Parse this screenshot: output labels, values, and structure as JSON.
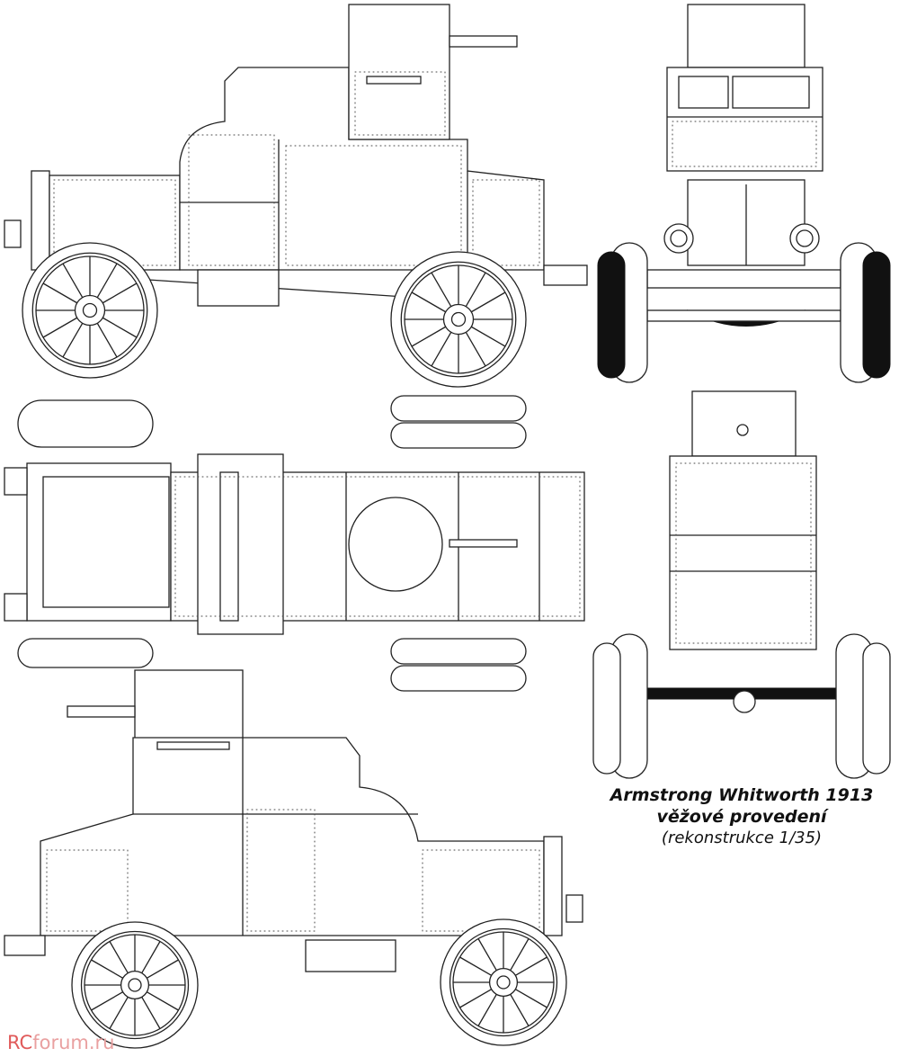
{
  "caption": {
    "title": "Armstrong Whitworth 1913",
    "subtitle": "věžové provedení",
    "note": "(rekonstrukce 1/35)"
  },
  "watermark": {
    "brand": "RC",
    "rest": "forum.ru"
  }
}
